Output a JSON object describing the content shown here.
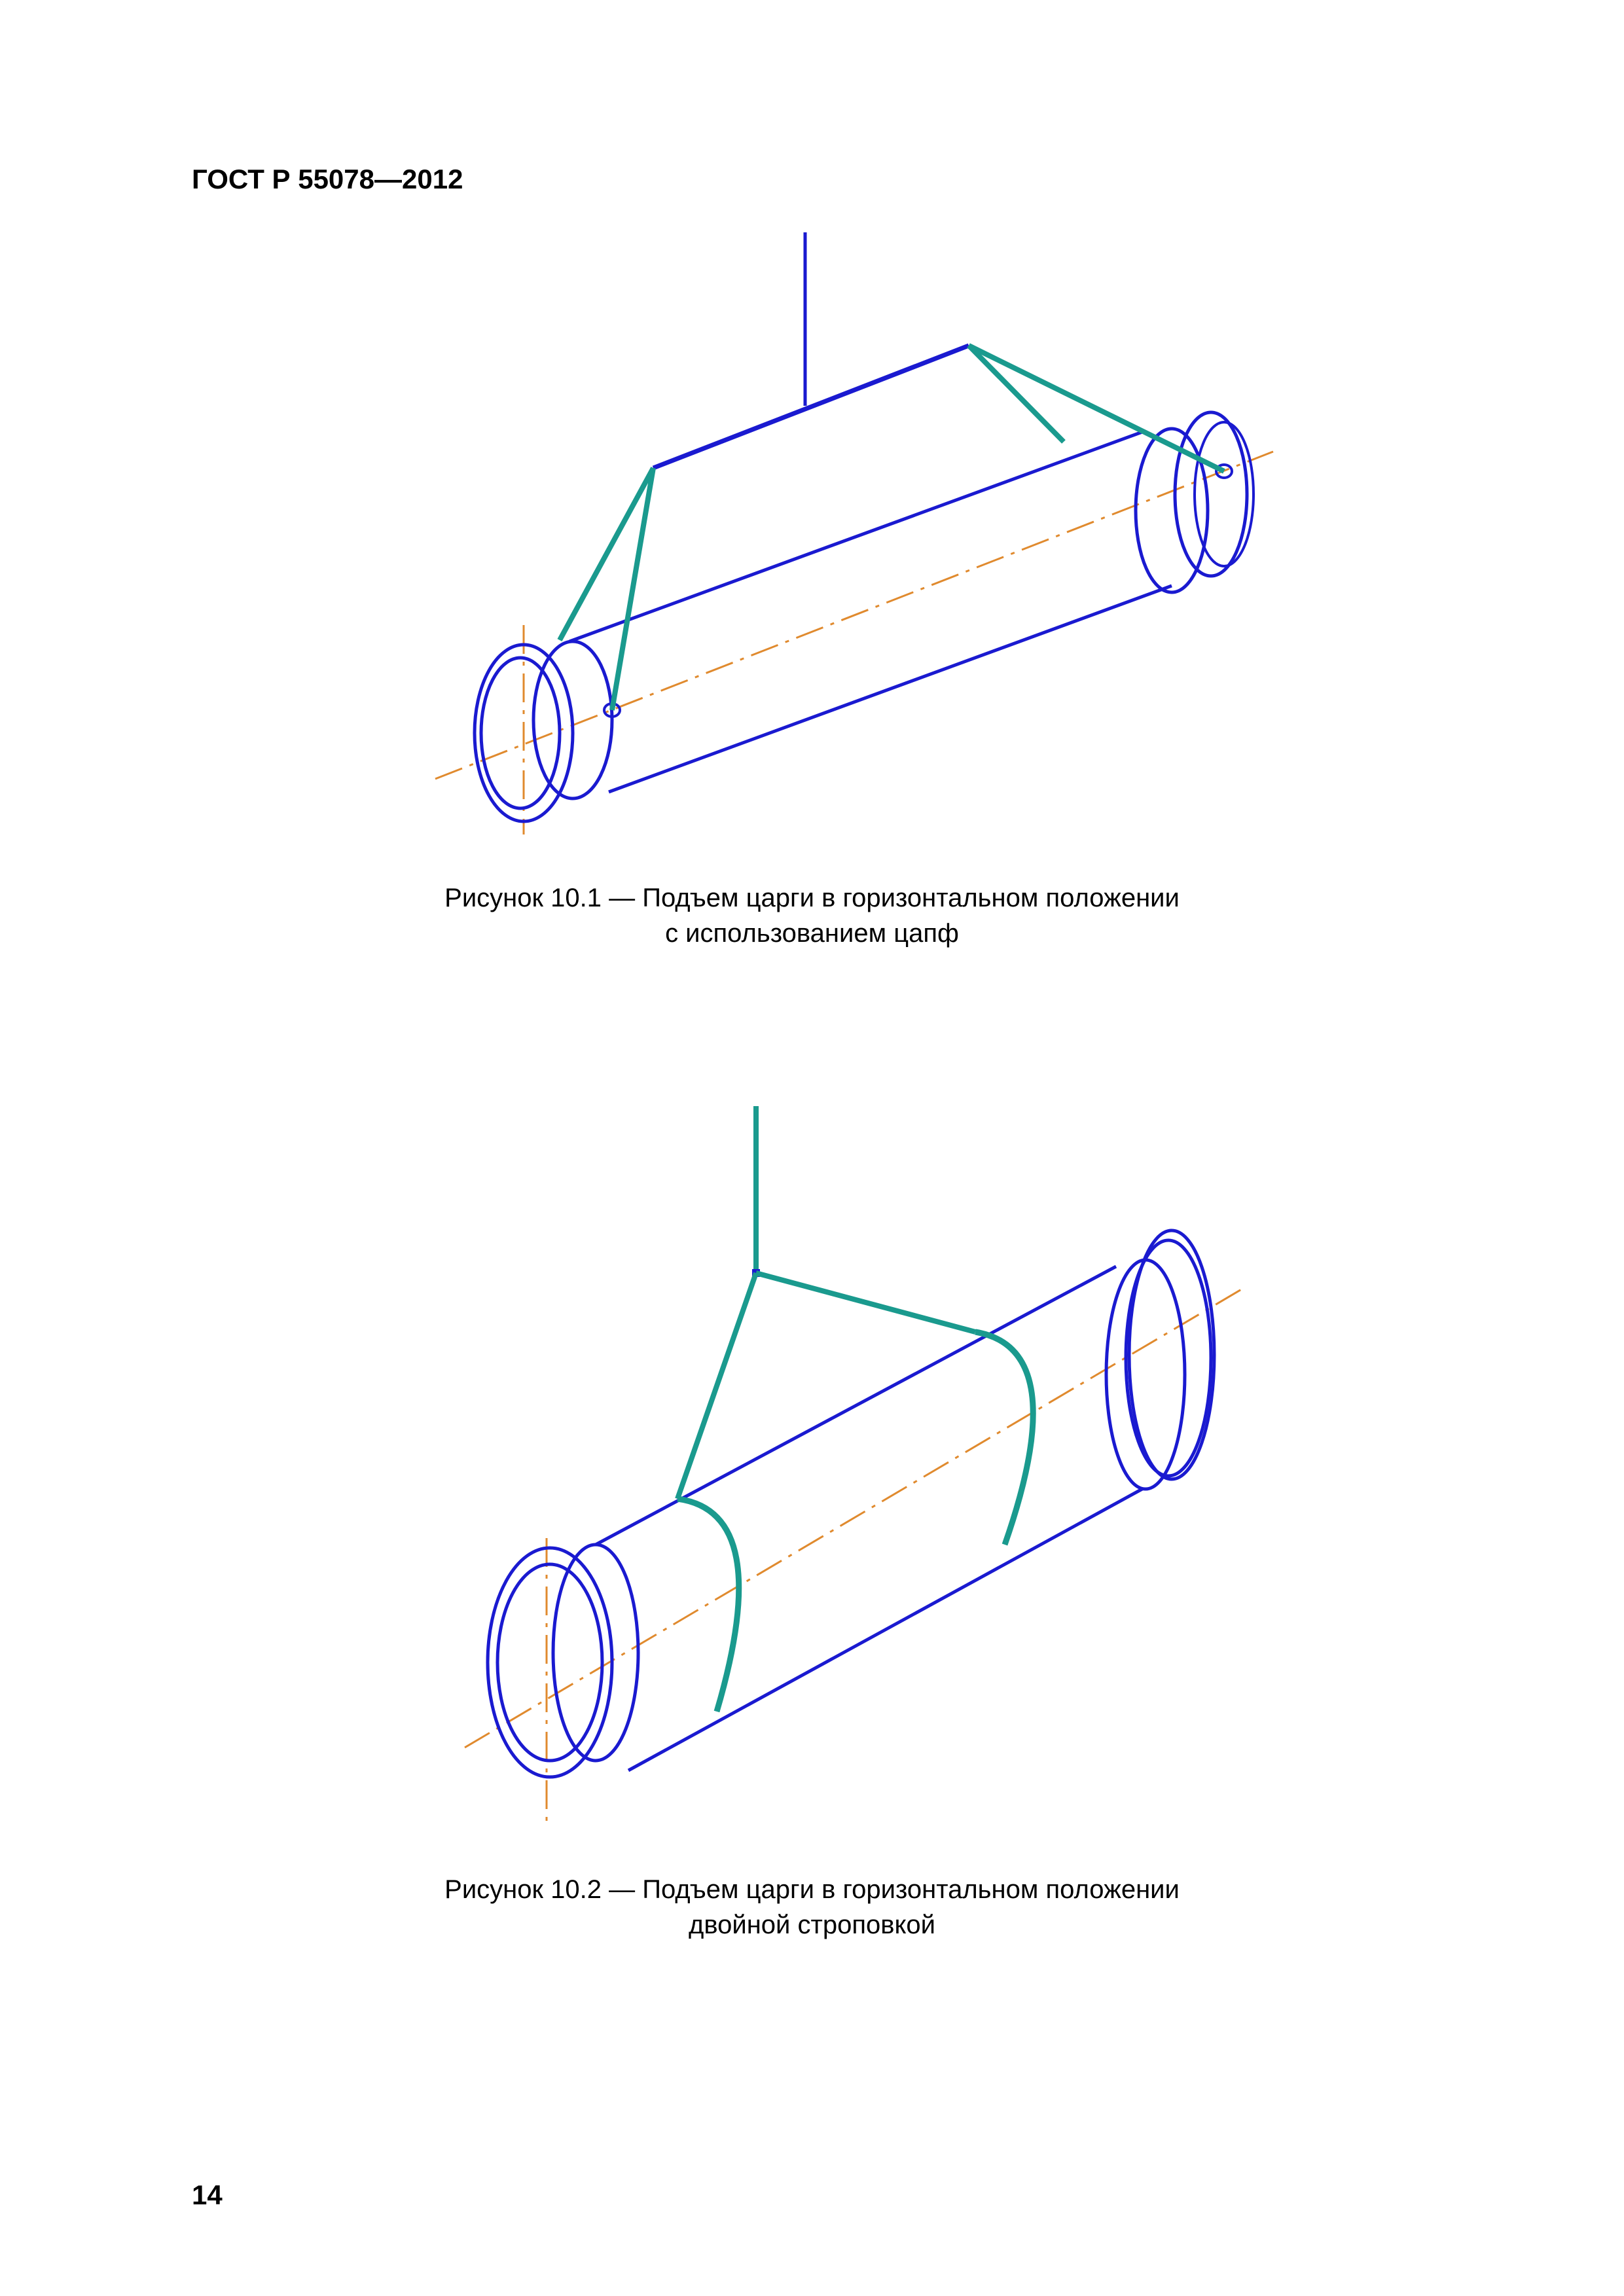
{
  "header": {
    "doc_code": "ГОСТ Р 55078—2012"
  },
  "figures": [
    {
      "caption_line1": "Рисунок 10.1 — Подъем царги в горизонтальном положении",
      "caption_line2": "с использованием цапф"
    },
    {
      "caption_line1": "Рисунок 10.2 — Подъем царги в горизонтальном положении",
      "caption_line2": "двойной строповкой"
    }
  ],
  "colors": {
    "outline": "#1a1ad0",
    "sling": "#1a9a8e",
    "axis": "#e08a2e"
  },
  "page": {
    "number": "14"
  }
}
